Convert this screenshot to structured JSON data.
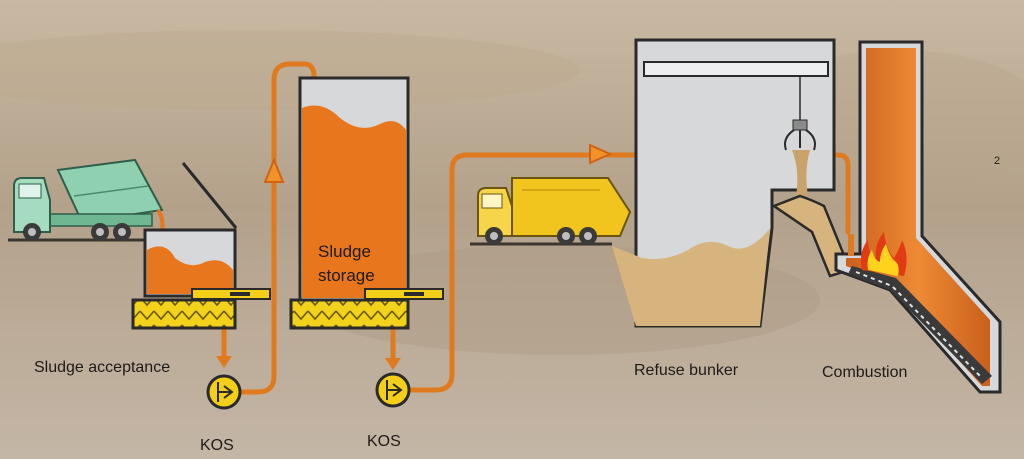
{
  "labels": {
    "sludge_acceptance": "Sludge acceptance",
    "kos_1": "KOS",
    "kos_2": "KOS",
    "sludge_storage_line1": "Sludge",
    "sludge_storage_line2": "storage",
    "refuse_bunker": "Refuse bunker",
    "combustion": "Combustion",
    "figure_number": "2"
  },
  "colors": {
    "ground_light": "#cdbca6",
    "ground_dark": "#a8967f",
    "sludge": "#e8761c",
    "pipe": "#e07a1e",
    "pump_yellow": "#f3cf1a",
    "wall_grey": "#d6d8da",
    "tank_outline": "#2a2a2a",
    "truck_green": "#8ed0b0",
    "truck_yellow": "#f2c51e",
    "refuse_tan": "#d7b47e",
    "flame_yellow": "#ffd21e",
    "flame_red": "#e23a15"
  },
  "icons": {
    "pump": "pump-icon",
    "flow_arrow": "flow-arrow-icon",
    "crane_grab": "grab-icon",
    "truck": "truck-icon",
    "flame": "flame-icon"
  }
}
